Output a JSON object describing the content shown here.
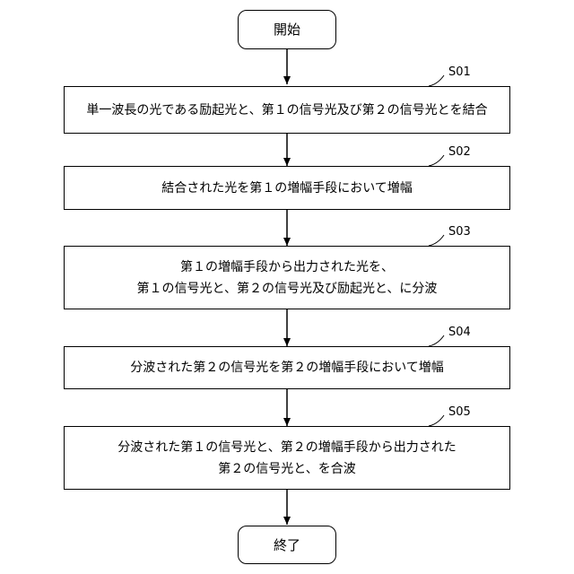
{
  "start": {
    "label": "開始"
  },
  "end": {
    "label": "終了"
  },
  "steps": [
    {
      "id": "S01",
      "lines": [
        "単一波長の光である励起光と、第１の信号光及び第２の信号光とを結合"
      ]
    },
    {
      "id": "S02",
      "lines": [
        "結合された光を第１の増幅手段において増幅"
      ]
    },
    {
      "id": "S03",
      "lines": [
        "第１の増幅手段から出力された光を、",
        "第１の信号光と、第２の信号光及び励起光と、に分波"
      ]
    },
    {
      "id": "S04",
      "lines": [
        "分波された第２の信号光を第２の増幅手段において増幅"
      ]
    },
    {
      "id": "S05",
      "lines": [
        "分波された第１の信号光と、第２の増幅手段から出力された",
        "第２の信号光と、を合波"
      ]
    }
  ]
}
